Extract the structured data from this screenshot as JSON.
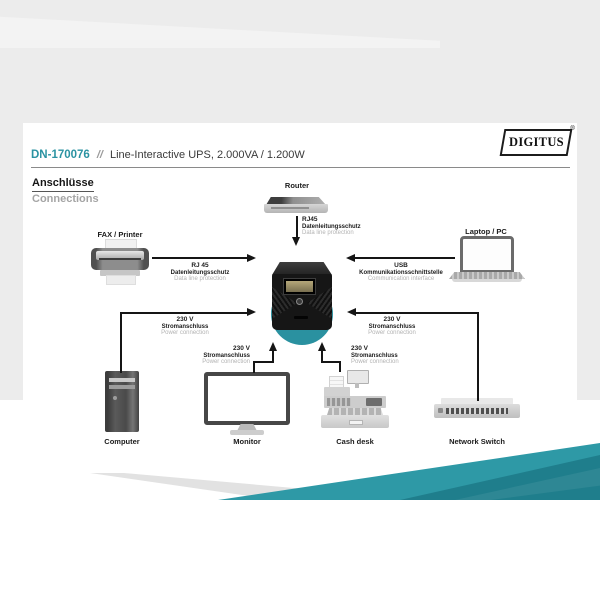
{
  "logo": {
    "text": "DIGITUS",
    "reg": "®"
  },
  "header": {
    "sku": "DN-170076",
    "separator": "//",
    "title": "Line-Interactive UPS, 2.000VA / 1.200W"
  },
  "section": {
    "title_de": "Anschlüsse",
    "title_en": "Connections"
  },
  "devices": {
    "router": {
      "label": "Router"
    },
    "fax_printer": {
      "label": "FAX / Printer"
    },
    "laptop": {
      "label": "Laptop / PC"
    },
    "computer": {
      "label": "Computer"
    },
    "monitor": {
      "label": "Monitor"
    },
    "cash_desk": {
      "label": "Cash desk"
    },
    "network_switch": {
      "label": "Network Switch"
    }
  },
  "connections": {
    "router": {
      "port": "RJ45",
      "de": "Datenleitungsschutz",
      "en": "Data line protection"
    },
    "fax_printer": {
      "port": "RJ 45",
      "de": "Datenleitungsschutz",
      "en": "Data line protection"
    },
    "laptop": {
      "port": "USB",
      "de": "Kommunikationsschnittstelle",
      "en": "Communication interface"
    },
    "computer": {
      "port": "230 V",
      "de": "Stromanschluss",
      "en": "Power connection"
    },
    "network_switch": {
      "port": "230 V",
      "de": "Stromanschluss",
      "en": "Power connection"
    },
    "monitor": {
      "port": "230 V",
      "de": "Stromanschluss",
      "en": "Power connection"
    },
    "cash_desk": {
      "port": "230 V",
      "de": "Stromanschluss",
      "en": "Power connection"
    }
  },
  "colors": {
    "accent": "#2B93A2",
    "ups_circle": "#2A91A0",
    "wedge": "#2E99A6",
    "wedge_dark": "#1F7E8C"
  }
}
